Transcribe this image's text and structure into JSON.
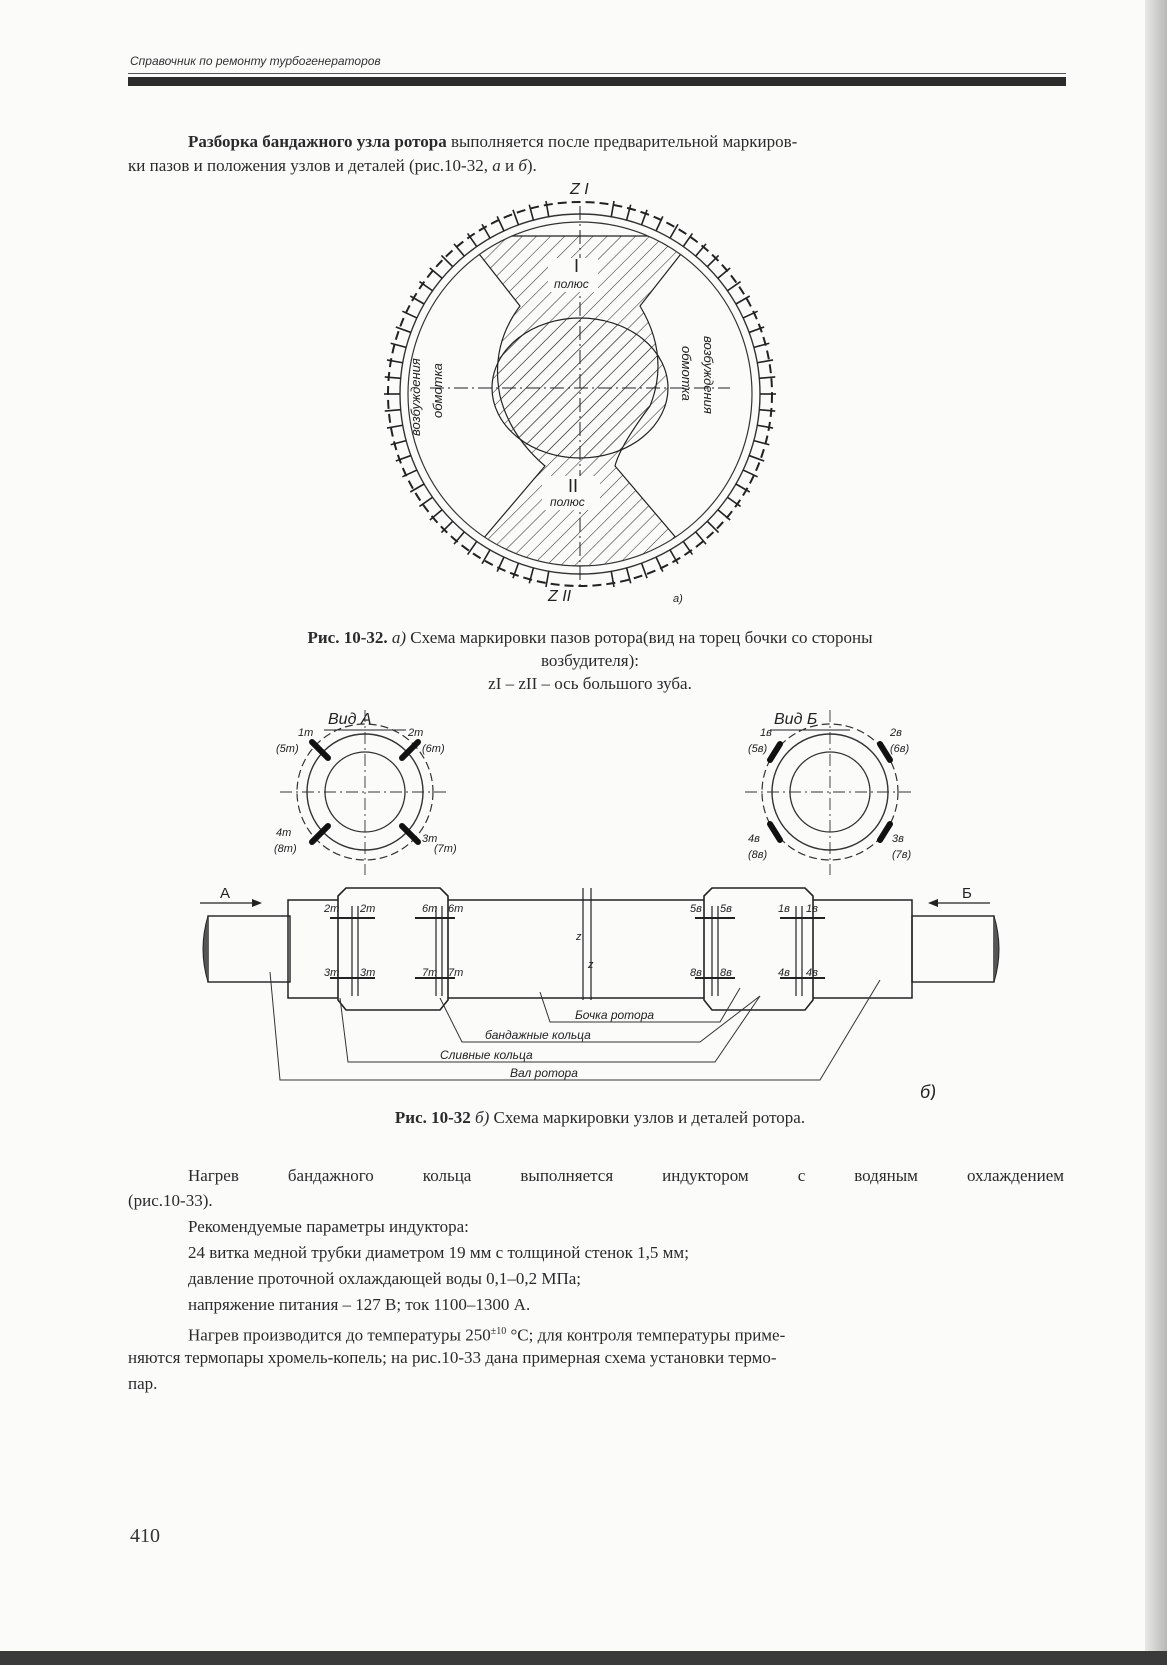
{
  "header": {
    "running_title": "Справочник по ремонту турбогенераторов"
  },
  "intro": {
    "bold_lead": "Разборка бандажного узла ротора",
    "text_line1": " выполняется после предварительной маркиров-",
    "text_line2a": "ки пазов и положения узлов и деталей (рис.10-32, ",
    "text_line2_a": "а",
    "text_line2_and": " и ",
    "text_line2_b": "б",
    "text_line2_end": ")."
  },
  "figure_a": {
    "axis_top": "Z I",
    "axis_bottom": "Z II",
    "pole_top_num": "I",
    "pole_bottom_num": "II",
    "pole_label": "полюс",
    "winding_left_1": "обмотка",
    "winding_left_2": "возбуждения",
    "winding_right_1": "обмотка",
    "winding_right_2": "возбуждения",
    "subfig_label": "а)"
  },
  "caption_a": {
    "fig": "Рис. 10-32.",
    "sub": "а)",
    "text1": " Схема маркировки пазов ротора(вид на торец бочки со стороны",
    "text2": "возбудителя):",
    "text3": "zI – zII – ось большого зуба."
  },
  "figure_b": {
    "view_a_title": "Вид А",
    "view_b_title": "Вид Б",
    "view_a_marks": [
      "1т",
      "2т",
      "3т",
      "4т",
      "(5т)",
      "(6т)",
      "(7т)",
      "(8т)"
    ],
    "view_b_marks": [
      "1в",
      "2в",
      "3в",
      "4в",
      "(5в)",
      "(6в)",
      "(7в)",
      "(8в)"
    ],
    "arrow_a": "А",
    "arrow_b": "Б",
    "z_mark": "z",
    "ring_marks_left": [
      "2т",
      "2т",
      "3т",
      "3т",
      "6т",
      "6т",
      "7т",
      "7т"
    ],
    "ring_marks_right": [
      "5в",
      "5в",
      "8в",
      "8в",
      "1в",
      "1в",
      "4в",
      "4в"
    ],
    "label_barrel": "Бочка ротора",
    "label_rings": "бандажные кольца",
    "label_drain": "Сливные кольца",
    "label_shaft": "Вал ротора",
    "subfig_label": "б)"
  },
  "caption_b": {
    "fig": "Рис. 10-32",
    "sub": "б)",
    "text": " Схема маркировки узлов и деталей ротора."
  },
  "body": {
    "p1_line1": "Нагрев бандажного кольца выполняется индуктором с водяным охлаждением",
    "p1_line2": "(рис.10-33).",
    "p2": "Рекомендуемые параметры индуктора:",
    "p3": "24 витка медной трубки диаметром 19 мм с толщиной стенок 1,5 мм;",
    "p4": "давление проточной охлаждающей воды 0,1–0,2 МПа;",
    "p5": "напряжение питания – 127 В; ток 1100–1300 А.",
    "p6_line1a": "Нагрев производится до температуры 250",
    "p6_sup": "±10",
    "p6_line1b": " °С; для контроля температуры приме-",
    "p6_line2": "няются термопары хромель-копель; на рис.10-33 дана примерная схема установки термо-",
    "p6_line3": "пар."
  },
  "page_number": "410"
}
